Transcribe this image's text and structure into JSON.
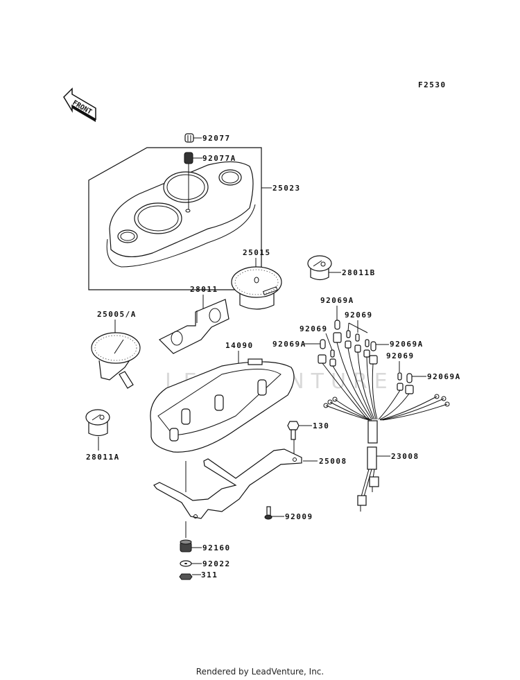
{
  "diagram": {
    "figure_code": "F2530",
    "orientation_label": "FRONT",
    "watermark": "LEADVENTURE",
    "footer": "Rendered by LeadVenture, Inc.",
    "callouts": [
      {
        "id": "92077",
        "label": "92077"
      },
      {
        "id": "92077a",
        "label": "92077A"
      },
      {
        "id": "25023",
        "label": "25023"
      },
      {
        "id": "25015",
        "label": "25015"
      },
      {
        "id": "28011b",
        "label": "28011B"
      },
      {
        "id": "28011",
        "label": "28011"
      },
      {
        "id": "25005a",
        "label": "25005/A"
      },
      {
        "id": "92069a-1",
        "label": "92069A"
      },
      {
        "id": "92069-1",
        "label": "92069"
      },
      {
        "id": "92069-2",
        "label": "92069"
      },
      {
        "id": "92069a-2",
        "label": "92069A"
      },
      {
        "id": "92069a-3",
        "label": "92069A"
      },
      {
        "id": "92069-3",
        "label": "92069"
      },
      {
        "id": "92069a-4",
        "label": "92069A"
      },
      {
        "id": "14090",
        "label": "14090"
      },
      {
        "id": "130",
        "label": "130"
      },
      {
        "id": "28011a",
        "label": "28011A"
      },
      {
        "id": "25008",
        "label": "25008"
      },
      {
        "id": "23008",
        "label": "23008"
      },
      {
        "id": "92009",
        "label": "92009"
      },
      {
        "id": "92160",
        "label": "92160"
      },
      {
        "id": "92022",
        "label": "92022"
      },
      {
        "id": "311",
        "label": "311"
      }
    ]
  }
}
